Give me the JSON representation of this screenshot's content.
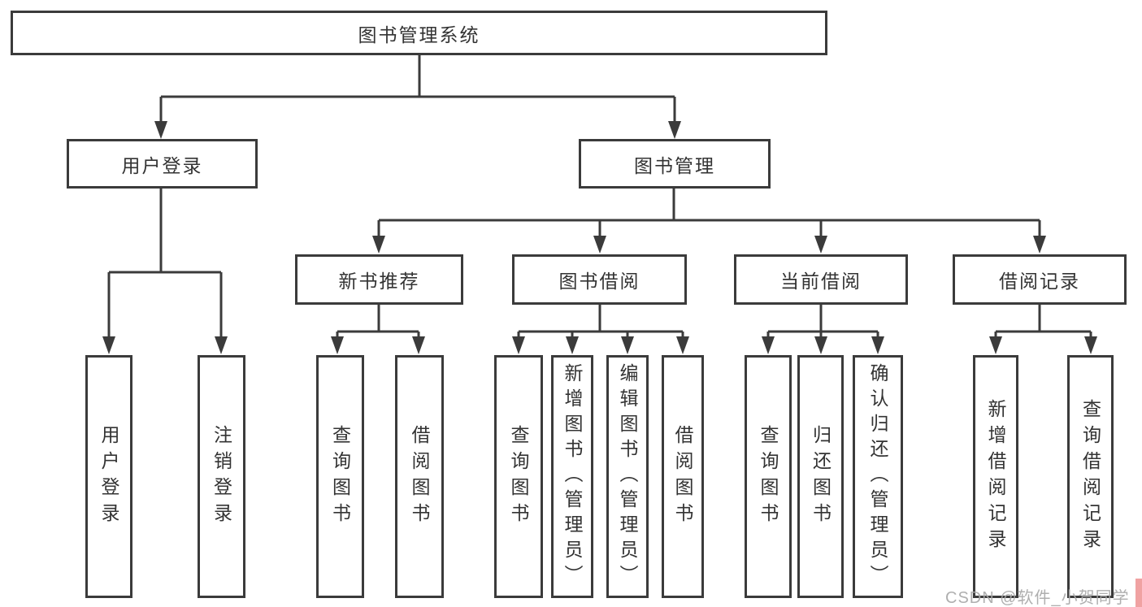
{
  "tree": {
    "root": {
      "label": "图书管理系统",
      "children": [
        {
          "label": "用户登录",
          "children": [
            {
              "label": "用户登录"
            },
            {
              "label": "注销登录"
            }
          ]
        },
        {
          "label": "图书管理",
          "children": [
            {
              "label": "新书推荐",
              "children": [
                {
                  "label": "查询图书"
                },
                {
                  "label": "借阅图书"
                }
              ]
            },
            {
              "label": "图书借阅",
              "children": [
                {
                  "label": "查询图书"
                },
                {
                  "label": "新增图书（管理员）"
                },
                {
                  "label": "编辑图书（管理员）"
                },
                {
                  "label": "借阅图书"
                }
              ]
            },
            {
              "label": "当前借阅",
              "children": [
                {
                  "label": "查询图书"
                },
                {
                  "label": "归还图书"
                },
                {
                  "label": "确认归还（管理员）"
                }
              ]
            },
            {
              "label": "借阅记录",
              "children": [
                {
                  "label": "新增借阅记录"
                },
                {
                  "label": "查询借阅记录"
                }
              ]
            }
          ]
        }
      ]
    }
  },
  "watermark": {
    "text": "CSDN @软件_小贺同学"
  },
  "colors": {
    "line": "#3b3b3b",
    "text": "#333333",
    "box_background": "#ffffff",
    "watermark_text": "#a8a8a8",
    "edge_strip": "#f0a2a2",
    "background": "#ffffff"
  }
}
